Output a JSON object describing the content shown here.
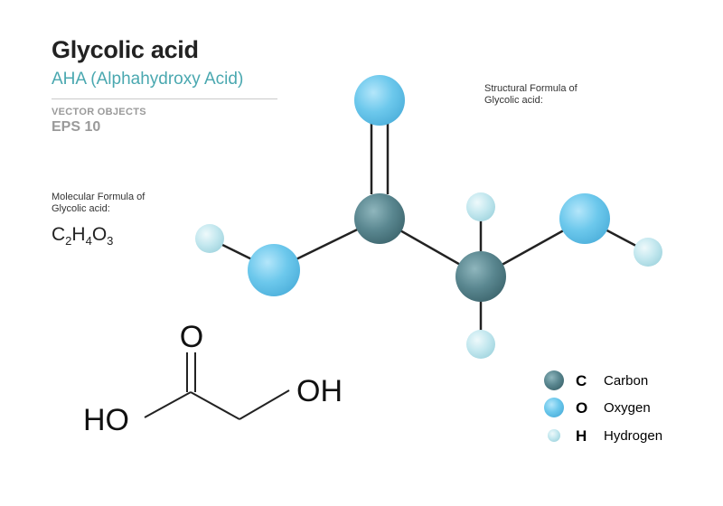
{
  "header": {
    "title": "Glycolic acid",
    "subtitle": "AHA  (Alphahydroxy Acid)",
    "vector_label": "VECTOR OBJECTS",
    "eps_label": "EPS 10"
  },
  "molecular_formula": {
    "label_line1": "Molecular Formula of",
    "label_line2": "Glycolic acid:",
    "parts": [
      "C",
      "2",
      "H",
      "4",
      "O",
      "3"
    ]
  },
  "structural_formula": {
    "label_line1": "Structural  Formula of",
    "label_line2": "Glycolic acid:",
    "top_atom": "O",
    "left_group": "HO",
    "right_group": "OH"
  },
  "legend": [
    {
      "symbol": "C",
      "name": "Carbon",
      "color": "#5a8790"
    },
    {
      "symbol": "O",
      "name": "Oxygen",
      "color": "#6cc8ec"
    },
    {
      "symbol": "H",
      "name": "Hydrogen",
      "color": "#bfe6ee"
    }
  ],
  "colors": {
    "carbon": "#5a8790",
    "oxygen": "#6cc8ec",
    "hydrogen": "#bfe6ee",
    "bond": "#222222",
    "accent": "#4aa8b0"
  }
}
